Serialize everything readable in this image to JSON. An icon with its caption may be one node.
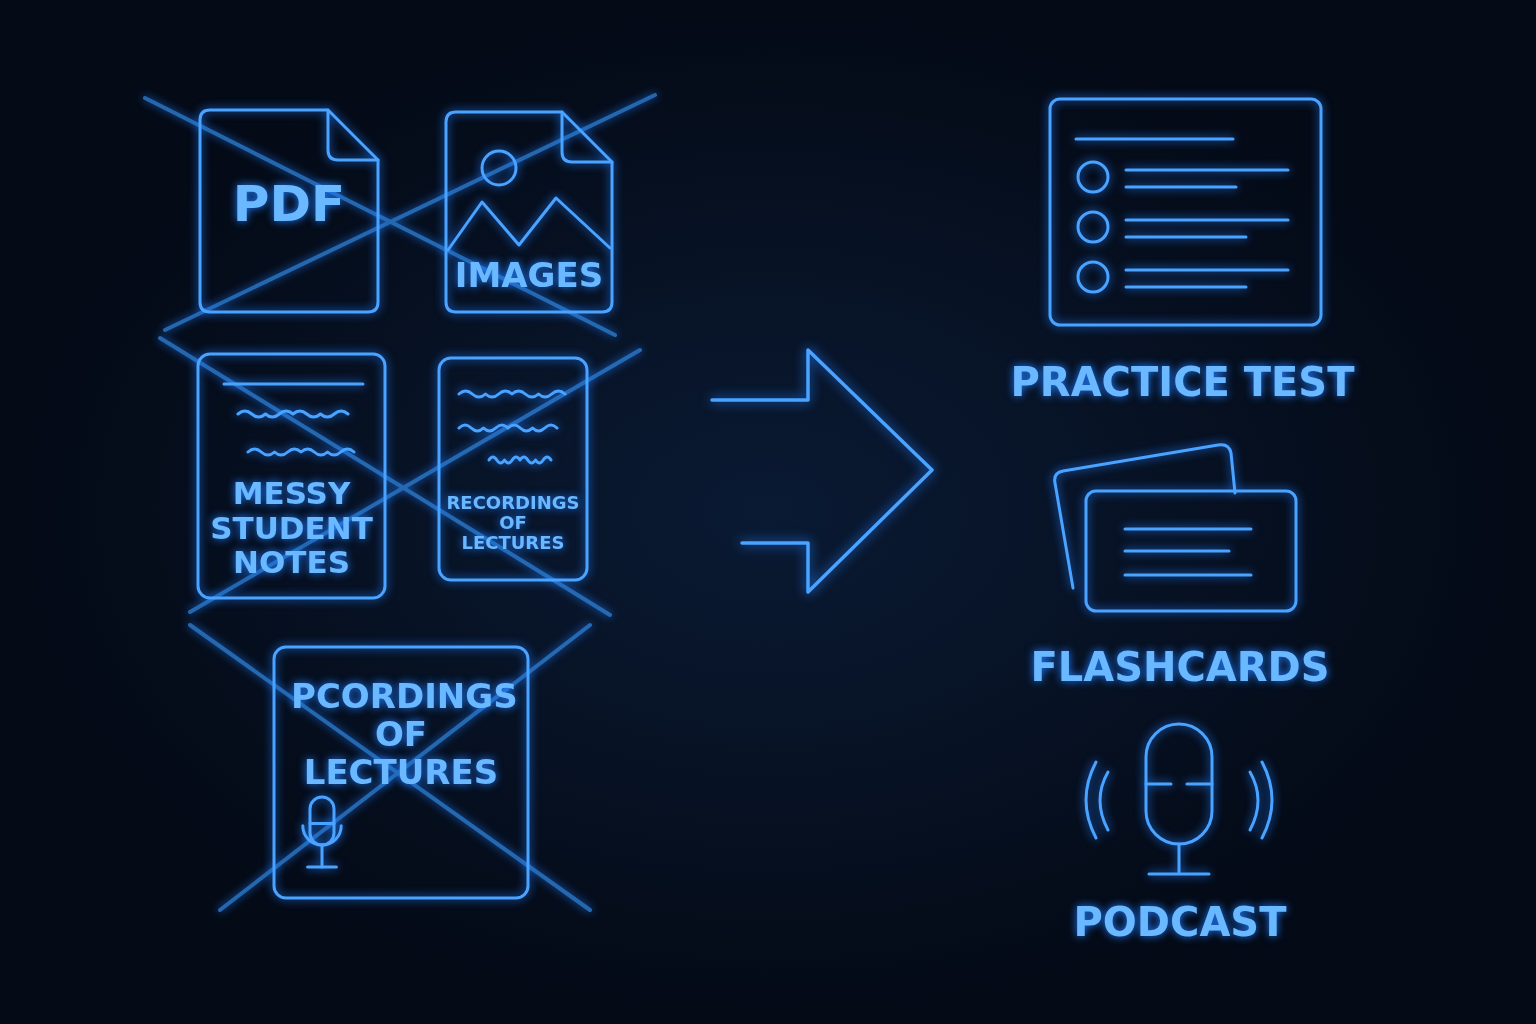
{
  "diagram": {
    "nodes": [
      {
        "text": [
          "PDF"
        ]
      },
      {
        "text": [
          "IMAGES"
        ]
      },
      {
        "text": [
          "MESSY STUDENT NOTES"
        ]
      },
      {
        "text": [
          "RECORDINGS OF LECTURES"
        ]
      },
      {
        "text": [
          "PCORDINGS OF LECTURES"
        ]
      },
      {
        "text": [
          "PRACTICE TEST"
        ]
      },
      {
        "text": [
          "FLASHCARDS"
        ]
      },
      {
        "text": [
          "PODCAST"
        ]
      }
    ]
  }
}
